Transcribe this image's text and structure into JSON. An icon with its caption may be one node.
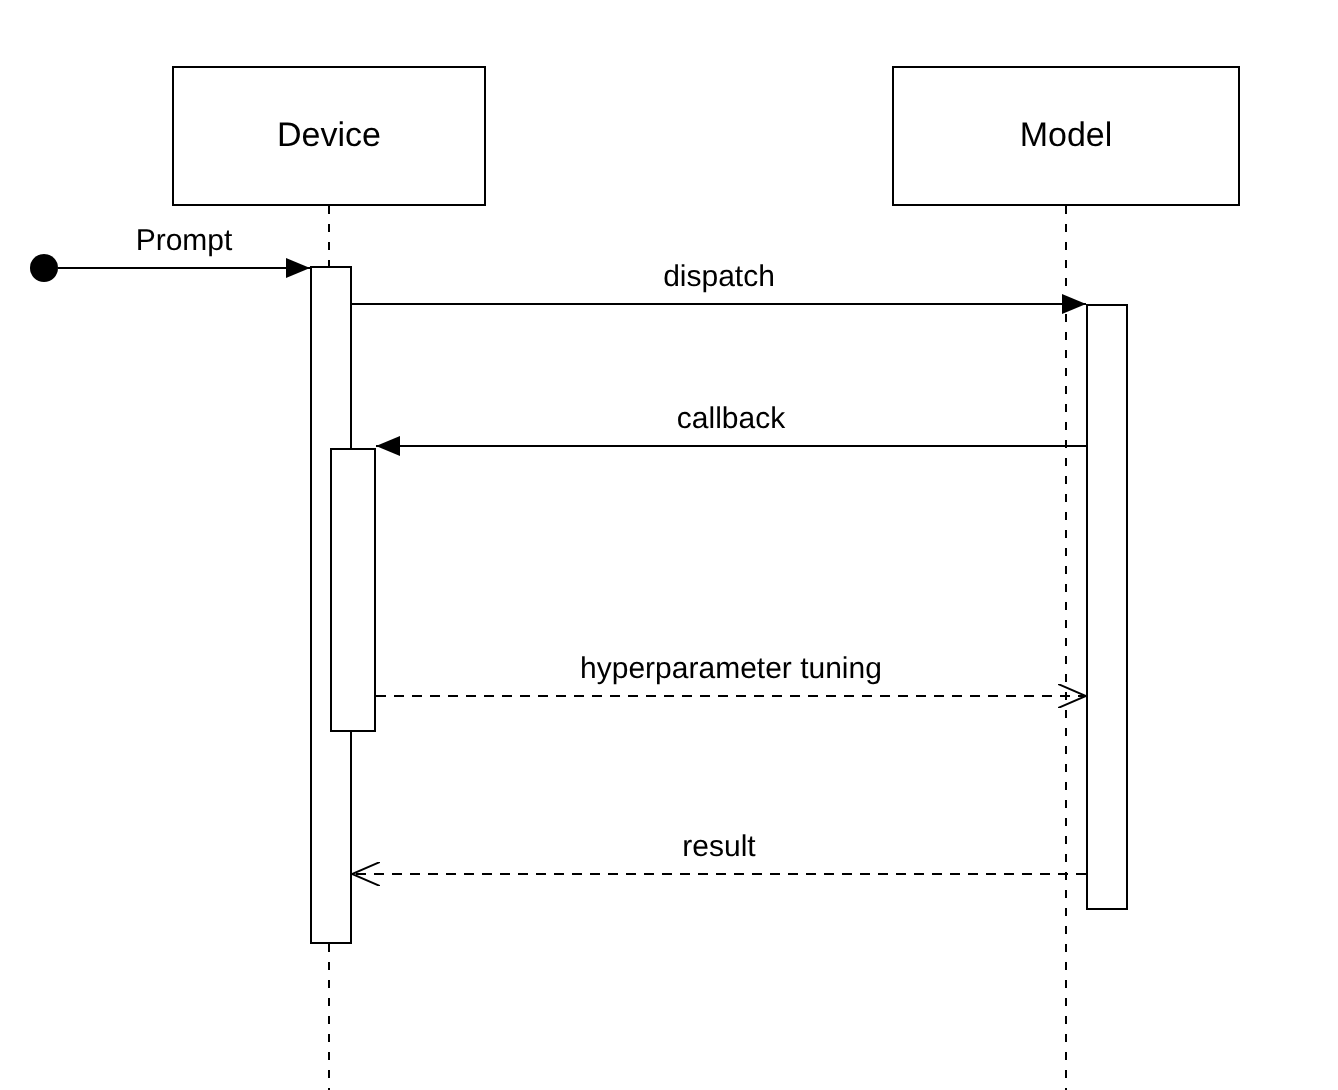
{
  "diagram": {
    "nodes": [
      {
        "text": [
          "Device"
        ]
      },
      {
        "text": [
          "Model"
        ]
      },
      {
        "text": [],
        "shape": "circle"
      },
      {
        "text": [],
        "shape": "bar"
      },
      {
        "text": [],
        "shape": "bar"
      },
      {
        "text": [],
        "shape": "bar"
      }
    ],
    "edges": [
      {
        "from": 2,
        "to": 3,
        "arrow": "to",
        "label": "Prompt"
      },
      {
        "from": 3,
        "to": 5,
        "arrow": "to",
        "label": "dispatch"
      },
      {
        "from": 5,
        "to": 4,
        "arrow": "to",
        "label": "callback"
      },
      {
        "from": 4,
        "to": 5,
        "arrow": "to",
        "label": "hyperparameter tuning",
        "style": "dashed"
      },
      {
        "from": 5,
        "to": 3,
        "arrow": "to",
        "label": "result",
        "style": "dashed"
      }
    ]
  }
}
